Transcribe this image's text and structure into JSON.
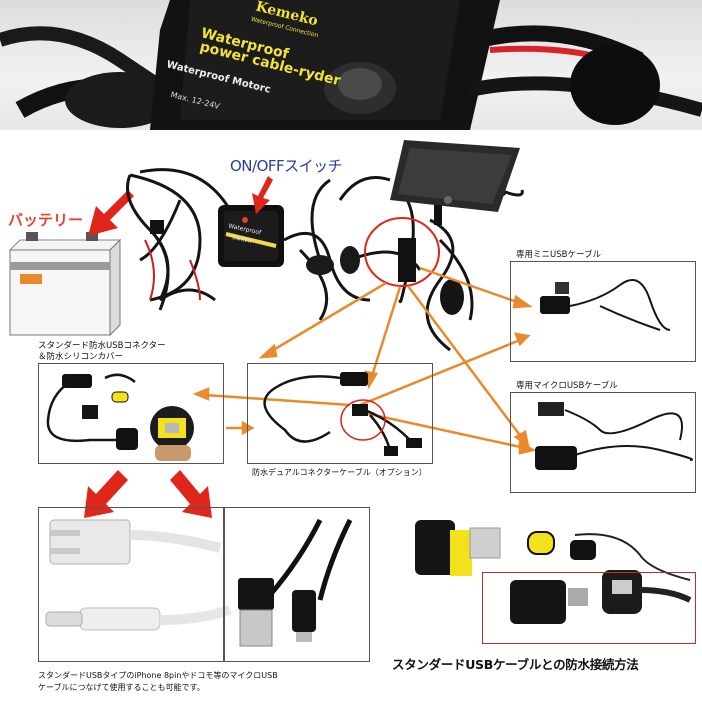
{
  "banner": {
    "logo_text": "Kemeko",
    "logo_sub": "Waterproof Connection",
    "brand_line1": "Waterproof",
    "brand_line2": "power cable-ryder",
    "side_text": "Waterproof Motorc",
    "sub_text": "Max. 12-24V"
  },
  "labels": {
    "switch": "ON/OFFスイッチ",
    "battery": "バッテリー",
    "std_connector": "スタンダード防水USBコネクター\n＆防水シリコンカバー",
    "std_connector_l1": "スタンダード防水USBコネクター",
    "std_connector_l2": "＆防水シリコンカバー",
    "mini_cable": "専用ミニUSBケーブル",
    "micro_cable": "専用マイクロUSBケーブル",
    "dual_cable": "防水デュアルコネクターケーブル（オプション）",
    "std_usb_l1": "スタンダードUSBタイプのiPhone 8pinやドコモ等のマイクロUSB",
    "std_usb_l2": "ケーブルにつなげて使用することも可能です。",
    "method": "スタンダードUSBケーブルとの防水接続方法",
    "switch_box_text1": "Waterproof",
    "switch_box_text2": "Switch"
  },
  "colors": {
    "accent_orange": "#e98a2c",
    "arrow_red": "#e0251b",
    "switch_label": "#2a3f9a",
    "battery_label": "#e8432a",
    "frame_red": "#c0302a"
  }
}
